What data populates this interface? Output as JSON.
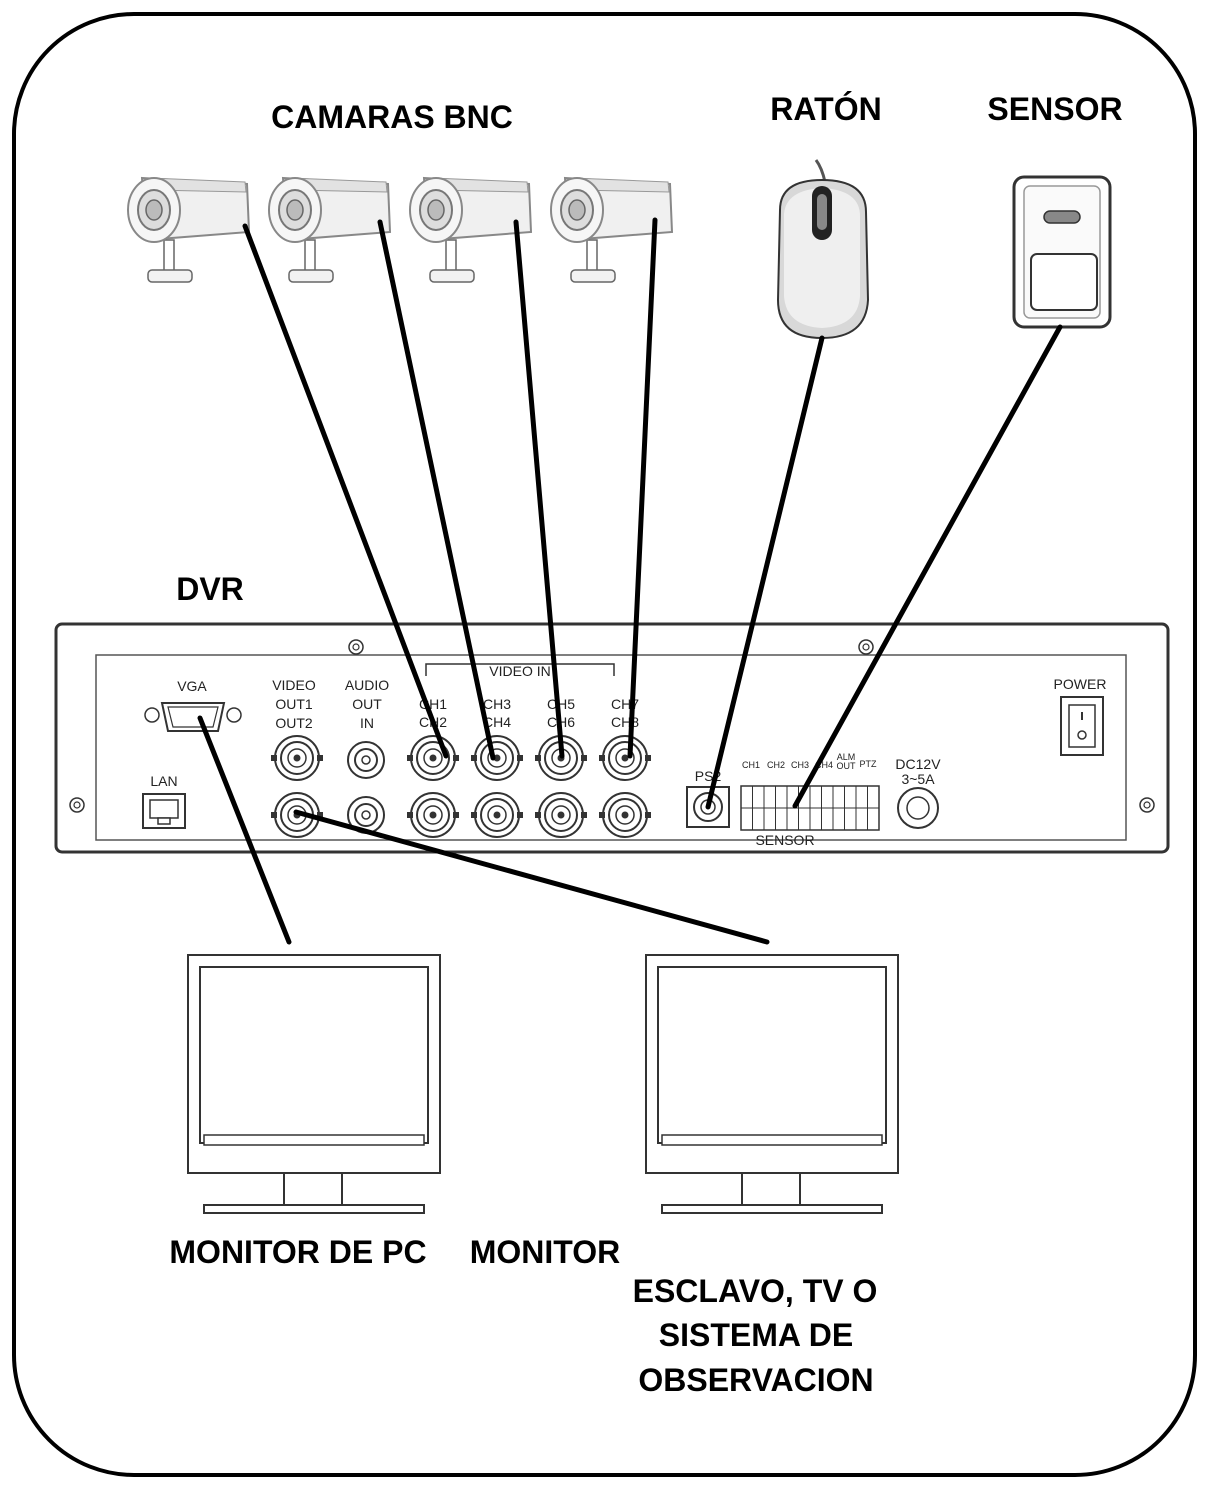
{
  "labels": {
    "cameras": "CAMARAS BNC",
    "mouse": "RATÓN",
    "sensor": "SENSOR",
    "dvr": "DVR",
    "monitor_pc": "MONITOR DE PC",
    "monitor": "MONITOR",
    "slave_line1": "ESCLAVO, TV O",
    "slave_line2": "SISTEMA DE",
    "slave_line3": "OBSERVACION"
  },
  "panel": {
    "vga": "VGA",
    "lan": "LAN",
    "video_out_l1": "VIDEO",
    "video_out_l2": "OUT1",
    "video_out_l3": "OUT2",
    "audio_l1": "AUDIO",
    "audio_l2": "OUT",
    "audio_l3": "IN",
    "video_in": "VIDEO IN",
    "ch1": "CH1",
    "ch2": "CH2",
    "ch3": "CH3",
    "ch4": "CH4",
    "ch5": "CH5",
    "ch6": "CH6",
    "ch7": "CH7",
    "ch8": "CH8",
    "ps2": "PS2",
    "sensor_block": "SENSOR",
    "dc_l1": "DC12V",
    "dc_l2": "3~5A",
    "power": "POWER"
  },
  "icons": [
    "bnc-camera-icon",
    "mouse-icon",
    "motion-sensor-icon",
    "monitor-icon",
    "dvr-rear-panel"
  ]
}
